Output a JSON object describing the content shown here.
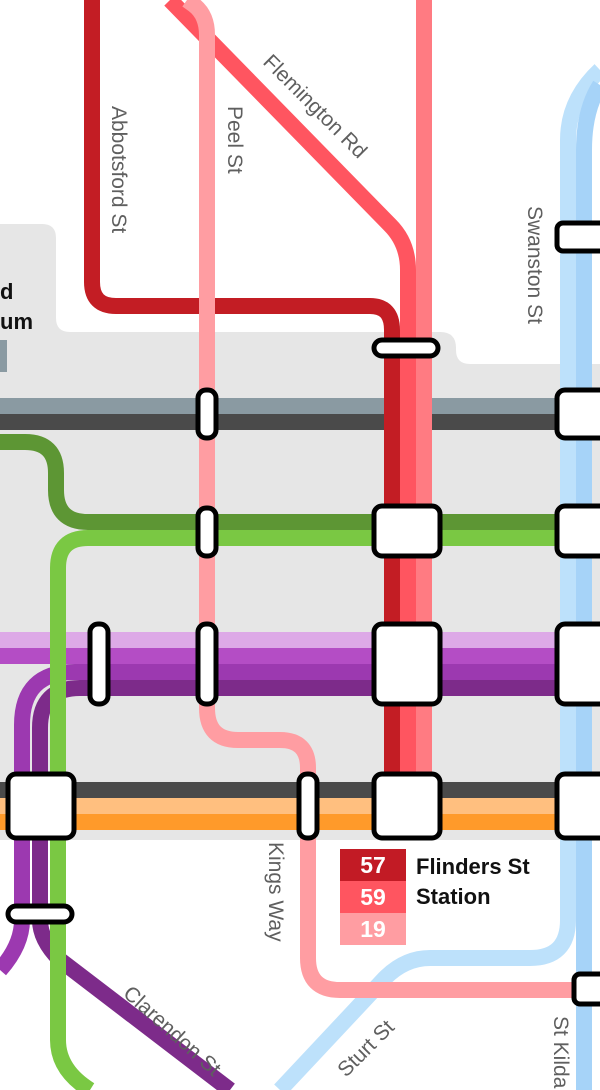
{
  "colors": {
    "background": "#ffffff",
    "zone": "#e6e6e6",
    "route_57": "#c21b25",
    "route_59": "#ff5560",
    "route_19": "#ff9da2",
    "dark_red": "#c31d24",
    "salmon": "#ff7b82",
    "light_blue": "#bde1fb",
    "sky_blue": "#a6d3f8",
    "dark_green": "#5d9634",
    "light_green": "#7ac843",
    "lavender": "#dda9e7",
    "purple": "#b44dc5",
    "mid_purple": "#9c39b0",
    "dark_purple": "#7d2b8a",
    "slate": "#8a9aa2",
    "charcoal": "#4a4a4a",
    "light_orange": "#ffbf7f",
    "orange": "#ff9a2a"
  },
  "street_labels": {
    "abbotsford": "Abbotsford St",
    "peel": "Peel St",
    "flemington": "Flemington Rd",
    "swanston": "Swanston St",
    "kings_way": "Kings Way",
    "clarendon": "Clarendon St",
    "sturt": "Sturt St",
    "st_kilda": "St Kilda"
  },
  "cut_labels": {
    "line1": "d",
    "line2": "um"
  },
  "station": {
    "name_line1": "Flinders St",
    "name_line2": "Station",
    "routes": [
      {
        "number": "57",
        "color": "#c21b25"
      },
      {
        "number": "59",
        "color": "#ff5560"
      },
      {
        "number": "19",
        "color": "#ff9da2"
      }
    ]
  }
}
